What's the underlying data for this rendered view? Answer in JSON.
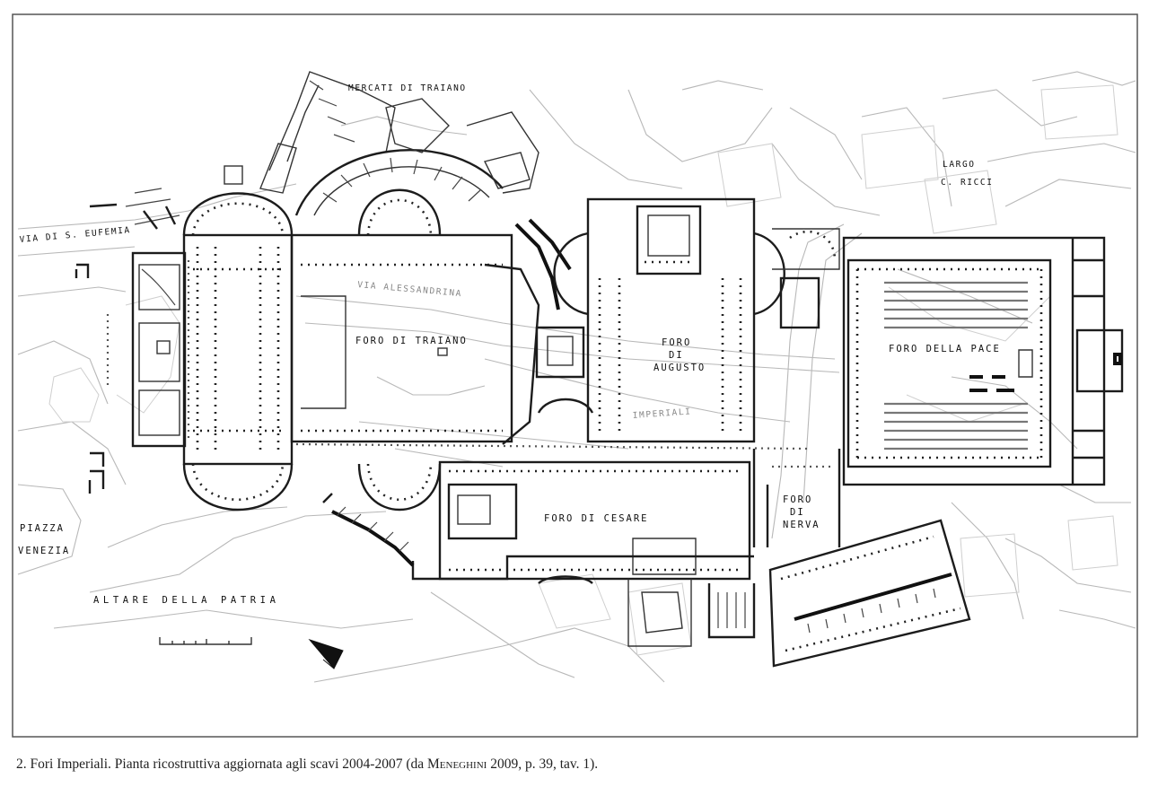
{
  "labels": {
    "mercati_di_traiano": "MERCATI DI TRAIANO",
    "largo": "LARGO",
    "c_ricci": "C. RICCI",
    "via_s_eufemia": "VIA DI S. EUFEMIA",
    "via_alessandrina": "VIA ALESSANDRINA",
    "foro_di_traiano": "FORO DI TRAIANO",
    "foro": "FORO",
    "di": "DI",
    "augusto": "AUGUSTO",
    "imperiali": "IMPERIALI",
    "foro_della_pace": "FORO DELLA PACE",
    "foro_di_cesare": "FORO DI CESARE",
    "foro_n": "FORO",
    "di_n": "DI",
    "nerva": "NERVA",
    "piazza": "PIAZZA",
    "venezia": "VENEZIA",
    "altare_della_patria": "ALTARE DELLA PATRIA"
  },
  "caption": {
    "number": "2.",
    "text_before": "Fori Imperiali. Pianta ricostruttiva aggiornata agli scavi 2004-2007 (da",
    "author": "Meneghini",
    "text_after": "2009, p. 39, tav. 1)."
  },
  "icons": {
    "north_arrow": "north-arrow-icon",
    "scale_bar": "scale-bar"
  }
}
